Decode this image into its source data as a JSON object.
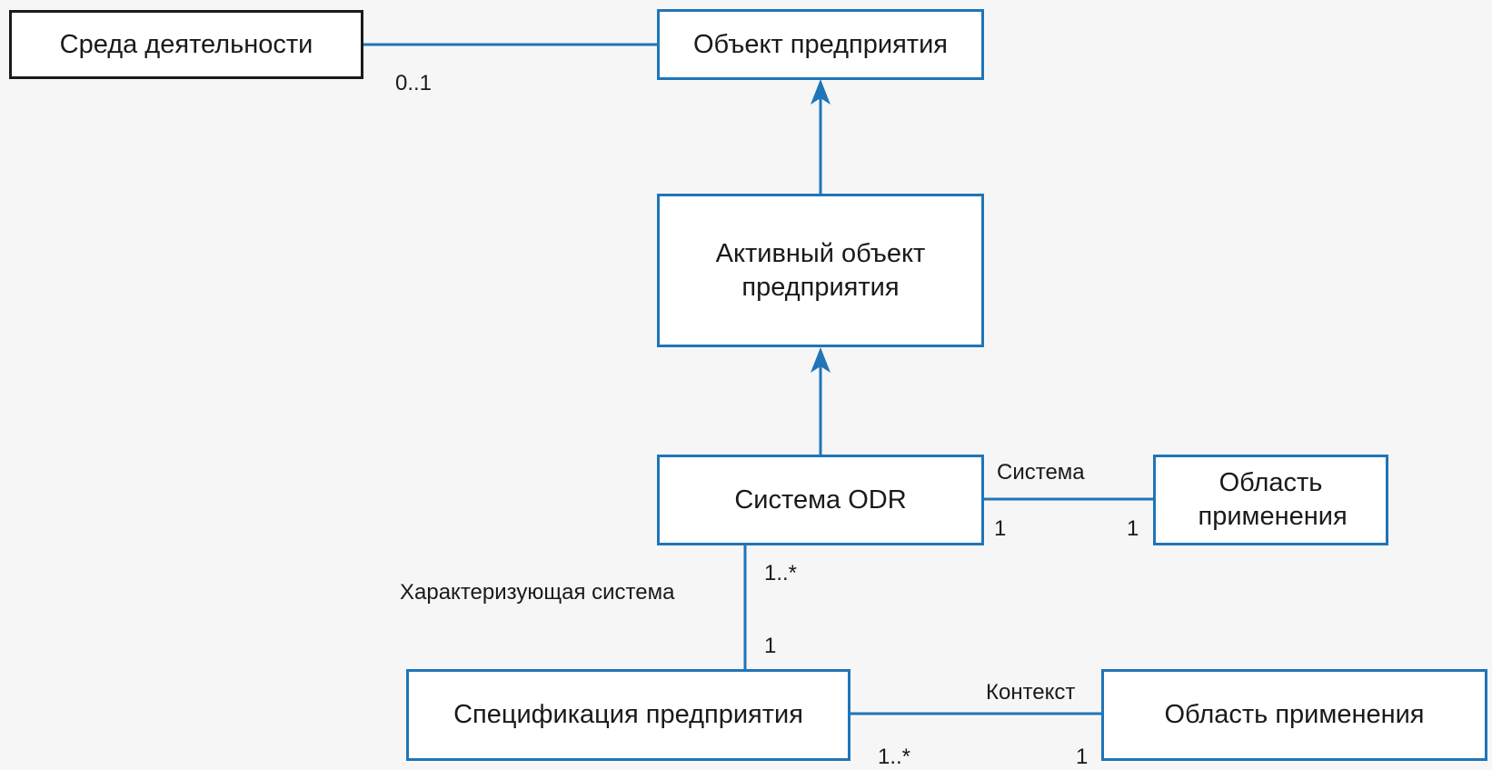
{
  "colors": {
    "connector": "#1f75b8",
    "box_border": "#1f75b8",
    "box_border_dark": "#1a1a1a",
    "background": "#f6f6f6"
  },
  "boxes": {
    "activity_environment": "Среда деятельности",
    "enterprise_object": "Объект предприятия",
    "active_enterprise_object": "Активный объект предприятия",
    "odr_system": "Система ODR",
    "scope_right": "Область применения",
    "enterprise_specification": "Спецификация предприятия",
    "scope_bottom": "Область применения"
  },
  "labels": {
    "mult_env": "0..1",
    "assoc_system": "Система",
    "mult_odr_scope_left": "1",
    "mult_odr_scope_right": "1",
    "assoc_characterizing": "Характеризующая система",
    "mult_odr_top": "1..*",
    "mult_spec_top": "1",
    "assoc_context": "Контекст",
    "mult_spec_left": "1..*",
    "mult_scope_bottom": "1"
  }
}
